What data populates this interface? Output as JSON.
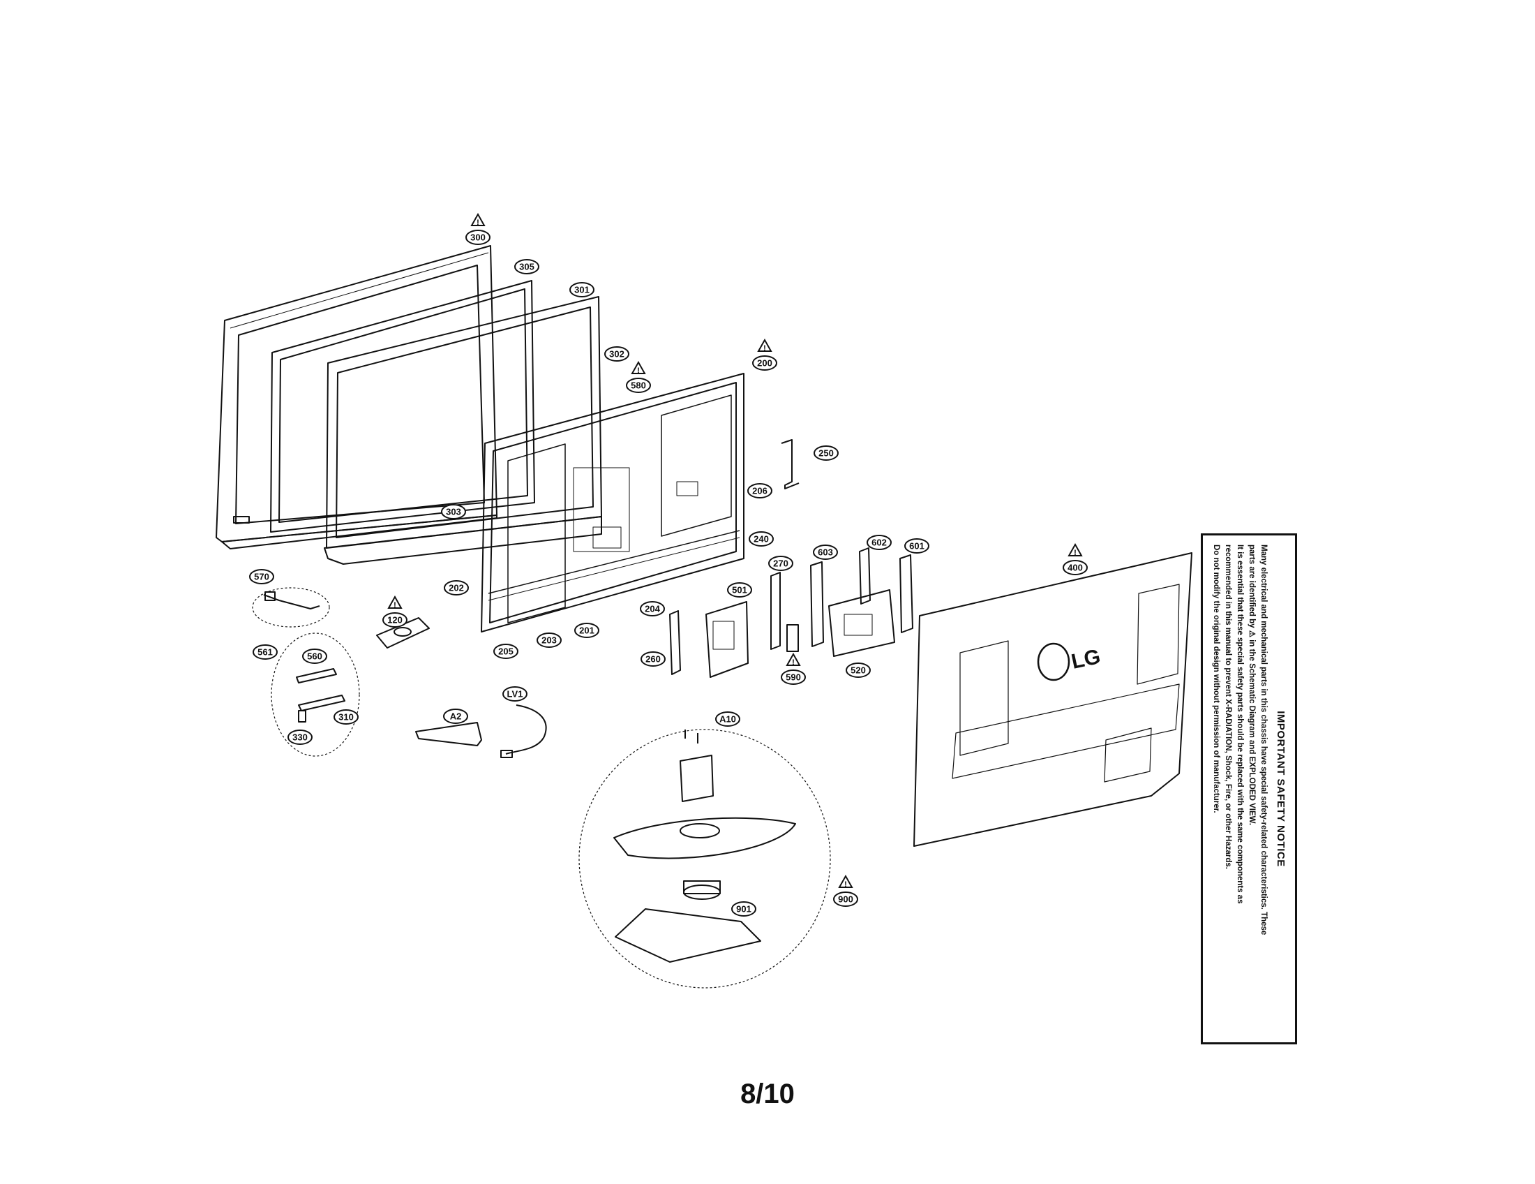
{
  "callouts": [
    {
      "id": "c300",
      "label": "300",
      "warn": true
    },
    {
      "id": "c305",
      "label": "305",
      "warn": false
    },
    {
      "id": "c301",
      "label": "301",
      "warn": false
    },
    {
      "id": "c302",
      "label": "302",
      "warn": false
    },
    {
      "id": "c200",
      "label": "200",
      "warn": true
    },
    {
      "id": "c580",
      "label": "580",
      "warn": true
    },
    {
      "id": "c250",
      "label": "250",
      "warn": false
    },
    {
      "id": "c206",
      "label": "206",
      "warn": false
    },
    {
      "id": "c240",
      "label": "240",
      "warn": false
    },
    {
      "id": "c303",
      "label": "303",
      "warn": false
    },
    {
      "id": "c202",
      "label": "202",
      "warn": false
    },
    {
      "id": "c570",
      "label": "570",
      "warn": false
    },
    {
      "id": "c120",
      "label": "120",
      "warn": true
    },
    {
      "id": "c205",
      "label": "205",
      "warn": false
    },
    {
      "id": "c203",
      "label": "203",
      "warn": false
    },
    {
      "id": "c201",
      "label": "201",
      "warn": false
    },
    {
      "id": "c204",
      "label": "204",
      "warn": false
    },
    {
      "id": "c260",
      "label": "260",
      "warn": false
    },
    {
      "id": "c501",
      "label": "501",
      "warn": false
    },
    {
      "id": "c270",
      "label": "270",
      "warn": false
    },
    {
      "id": "c603",
      "label": "603",
      "warn": false
    },
    {
      "id": "c602",
      "label": "602",
      "warn": false
    },
    {
      "id": "c601",
      "label": "601",
      "warn": false
    },
    {
      "id": "c590",
      "label": "590",
      "warn": true
    },
    {
      "id": "c520",
      "label": "520",
      "warn": false
    },
    {
      "id": "c400",
      "label": "400",
      "warn": true
    },
    {
      "id": "c561",
      "label": "561",
      "warn": false
    },
    {
      "id": "c560",
      "label": "560",
      "warn": false
    },
    {
      "id": "c310",
      "label": "310",
      "warn": false
    },
    {
      "id": "c330",
      "label": "330",
      "warn": false
    },
    {
      "id": "cLV1",
      "label": "LV1",
      "warn": false
    },
    {
      "id": "cA2",
      "label": "A2",
      "warn": false
    },
    {
      "id": "cA10",
      "label": "A10",
      "warn": false
    },
    {
      "id": "c901",
      "label": "901",
      "warn": false
    },
    {
      "id": "c900",
      "label": "900",
      "warn": true
    }
  ],
  "logo_text": "LG",
  "page_number": "8/10",
  "safety_notice": {
    "title": "IMPORTANT SAFETY NOTICE",
    "lines": [
      "Many electrical and mechanical parts in this chassis have special safety-related characteristics. These",
      "parts are identified by ⚠ in the Schematic Diagram and EXPLODED VIEW.",
      "It is essential that these special safety parts should be replaced with the same components as",
      "recommended in this manual to prevent X-RADIATION, Shock, Fire, or other Hazards.",
      "Do not modify the original design without permission of manufacturer."
    ]
  }
}
